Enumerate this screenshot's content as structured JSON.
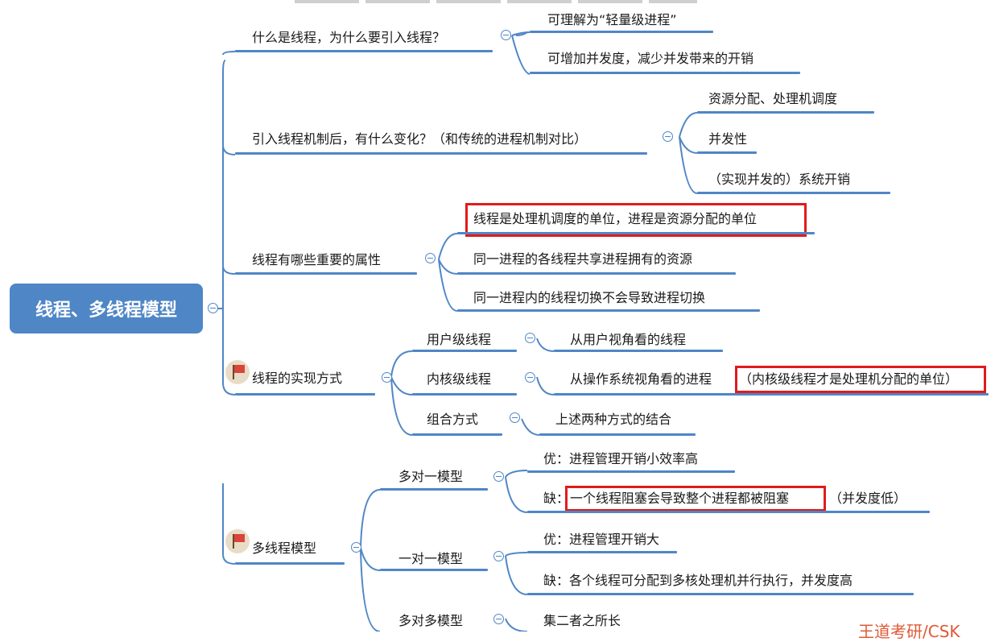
{
  "root": {
    "label": "线程、多线程模型"
  },
  "nodes": [
    {
      "label": "什么是线程，为什么要引入线程？",
      "children": [
        "可理解为“轻量级进程”",
        "可增加并发度，减少并发带来的开销"
      ]
    },
    {
      "label": "引入线程机制后，有什么变化？（和传统的进程机制对比）",
      "children": [
        "资源分配、处理机调度",
        "并发性",
        "（实现并发的）系统开销"
      ]
    },
    {
      "label": "线程有哪些重要的属性",
      "children": [
        "线程是处理机调度的单位，进程是资源分配的单位",
        "同一进程的各线程共享进程拥有的资源",
        "同一进程内的线程切换不会导致进程切换"
      ]
    },
    {
      "label": "线程的实现方式",
      "children": [
        {
          "label": "用户级线程",
          "child": "从用户视角看的线程"
        },
        {
          "label": "内核级线程",
          "child": "从操作系统视角看的进程",
          "child_suffix": "（内核级线程才是处理机分配的单位）"
        },
        {
          "label": "组合方式",
          "child": "上述两种方式的结合"
        }
      ]
    },
    {
      "label": "多线程模型",
      "children": [
        {
          "label": "多对一模型",
          "children": [
            {
              "prefix": "优：",
              "text": "进程管理开销小效率高"
            },
            {
              "prefix": "缺：",
              "text": "一个线程阻塞会导致整个进程都被阻塞",
              "suffix": "（并发度低）"
            }
          ]
        },
        {
          "label": "一对一模型",
          "children": [
            {
              "prefix": "优：",
              "text": "进程管理开销大"
            },
            {
              "prefix": "缺：",
              "text": "各个线程可分配到多核处理机并行执行，并发度高"
            }
          ]
        },
        {
          "label": "多对多模型",
          "children": [
            {
              "prefix": "",
              "text": "集二者之所长"
            }
          ]
        }
      ]
    }
  ],
  "watermark": "王道考研/CSK",
  "colors": {
    "branch": "#4f86c6",
    "highlight": "#e11b1b",
    "root_bg": "#4f86c6"
  }
}
